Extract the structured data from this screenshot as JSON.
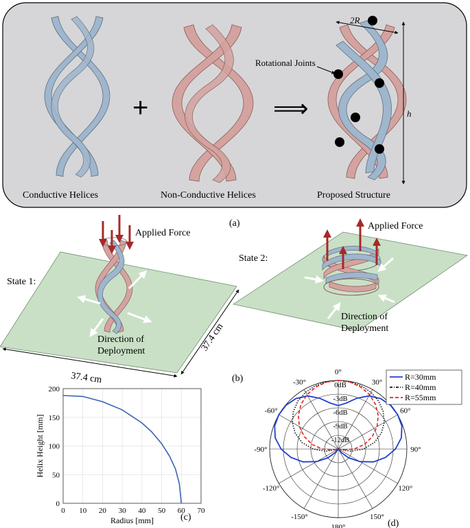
{
  "panel_a": {
    "caption": "(a)",
    "label_conductive": "Conductive Helices",
    "label_nonconductive": "Non-Conductive Helices",
    "label_proposed": "Proposed Structure",
    "label_joints": "Rotational Joints",
    "dim_2r": "2R",
    "dim_h": "h",
    "plus_symbol": "+",
    "arrow_symbol": "⟹"
  },
  "panel_b": {
    "caption": "(b)",
    "state1": "State 1:",
    "state2": "State 2:",
    "applied_force_1": "Applied Force",
    "applied_force_2": "Applied Force",
    "deploy1_line1": "Direction of",
    "deploy1_line2": "Deployment",
    "deploy2_line1": "Direction of",
    "deploy2_line2": "Deployment",
    "dim_x": "37.4 cm",
    "dim_y": "37.4 cm"
  },
  "colors": {
    "conductive": "#9fb6cc",
    "nonconductive": "#d4a3a0",
    "ground": "#c9e0c6",
    "force_arrow": "#a52a2a",
    "box_bg": "#d6d6d8"
  },
  "chart_data": [
    {
      "type": "line",
      "caption": "(c)",
      "xlabel": "Radius [mm]",
      "ylabel": "Helix Height [mm]",
      "xlim": [
        0,
        70
      ],
      "ylim": [
        0,
        200
      ],
      "xticks": [
        0,
        10,
        20,
        30,
        40,
        50,
        60,
        70
      ],
      "yticks": [
        0,
        50,
        100,
        150,
        200
      ],
      "grid": true,
      "series": [
        {
          "color": "#3a62b0",
          "x": [
            0,
            10,
            20,
            30,
            40,
            45,
            50,
            54,
            57,
            59,
            60
          ],
          "y": [
            188,
            186.4,
            177.2,
            163,
            140.1,
            124.4,
            104,
            82.1,
            60,
            34,
            0
          ]
        }
      ]
    },
    {
      "type": "polar",
      "caption": "(d)",
      "radial_ticks": [
        "0dB",
        "-3dB",
        "-6dB",
        "-9dB",
        "-12dB"
      ],
      "angle_ticks": [
        "0°",
        "30°",
        "60°",
        "90°",
        "120°",
        "150°",
        "180°",
        "-150°",
        "-120°",
        "-90°",
        "-60°",
        "-30°"
      ],
      "legend_position": "top-right",
      "series": [
        {
          "name": "R=30mm",
          "color": "#1f3fd0",
          "style": "solid",
          "angles_deg": [
            0,
            10,
            20,
            30,
            40,
            50,
            60,
            70,
            80,
            90,
            100,
            110,
            120,
            130,
            140,
            150,
            160,
            170,
            180
          ],
          "values_db": [
            -5.5,
            -4.8,
            -3.2,
            -1.6,
            -0.6,
            -0.1,
            0,
            -0.2,
            -1.0,
            -2.5,
            -4.5,
            -6.8,
            -9.5,
            -12.0,
            -14.0,
            -15.0,
            -15.0,
            -15.0,
            -15.0
          ]
        },
        {
          "name": "R=40mm",
          "color": "#111111",
          "style": "dotted",
          "angles_deg": [
            0,
            10,
            20,
            30,
            40,
            50,
            60,
            70,
            80,
            90,
            100,
            110,
            120,
            130,
            140,
            150,
            160,
            170,
            180
          ],
          "values_db": [
            0,
            -0.1,
            -0.3,
            -0.7,
            -1.3,
            -2.2,
            -3.4,
            -5.0,
            -7.0,
            -9.5,
            -12.2,
            -15.0,
            -15.0,
            -15.0,
            -15.0,
            -15.0,
            -15.0,
            -15.0,
            -15.0
          ]
        },
        {
          "name": "R=55mm",
          "color": "#e02020",
          "style": "dashed",
          "angles_deg": [
            0,
            10,
            20,
            30,
            40,
            50,
            60,
            70,
            80,
            90,
            100,
            110,
            120,
            130,
            140,
            150,
            160,
            170,
            180
          ],
          "values_db": [
            0,
            -0.15,
            -0.6,
            -1.3,
            -2.3,
            -3.6,
            -5.2,
            -7.1,
            -9.2,
            -11.5,
            -13.8,
            -15.0,
            -15.0,
            -15.0,
            -15.0,
            -15.0,
            -15.0,
            -15.0,
            -15.0
          ]
        }
      ]
    }
  ]
}
